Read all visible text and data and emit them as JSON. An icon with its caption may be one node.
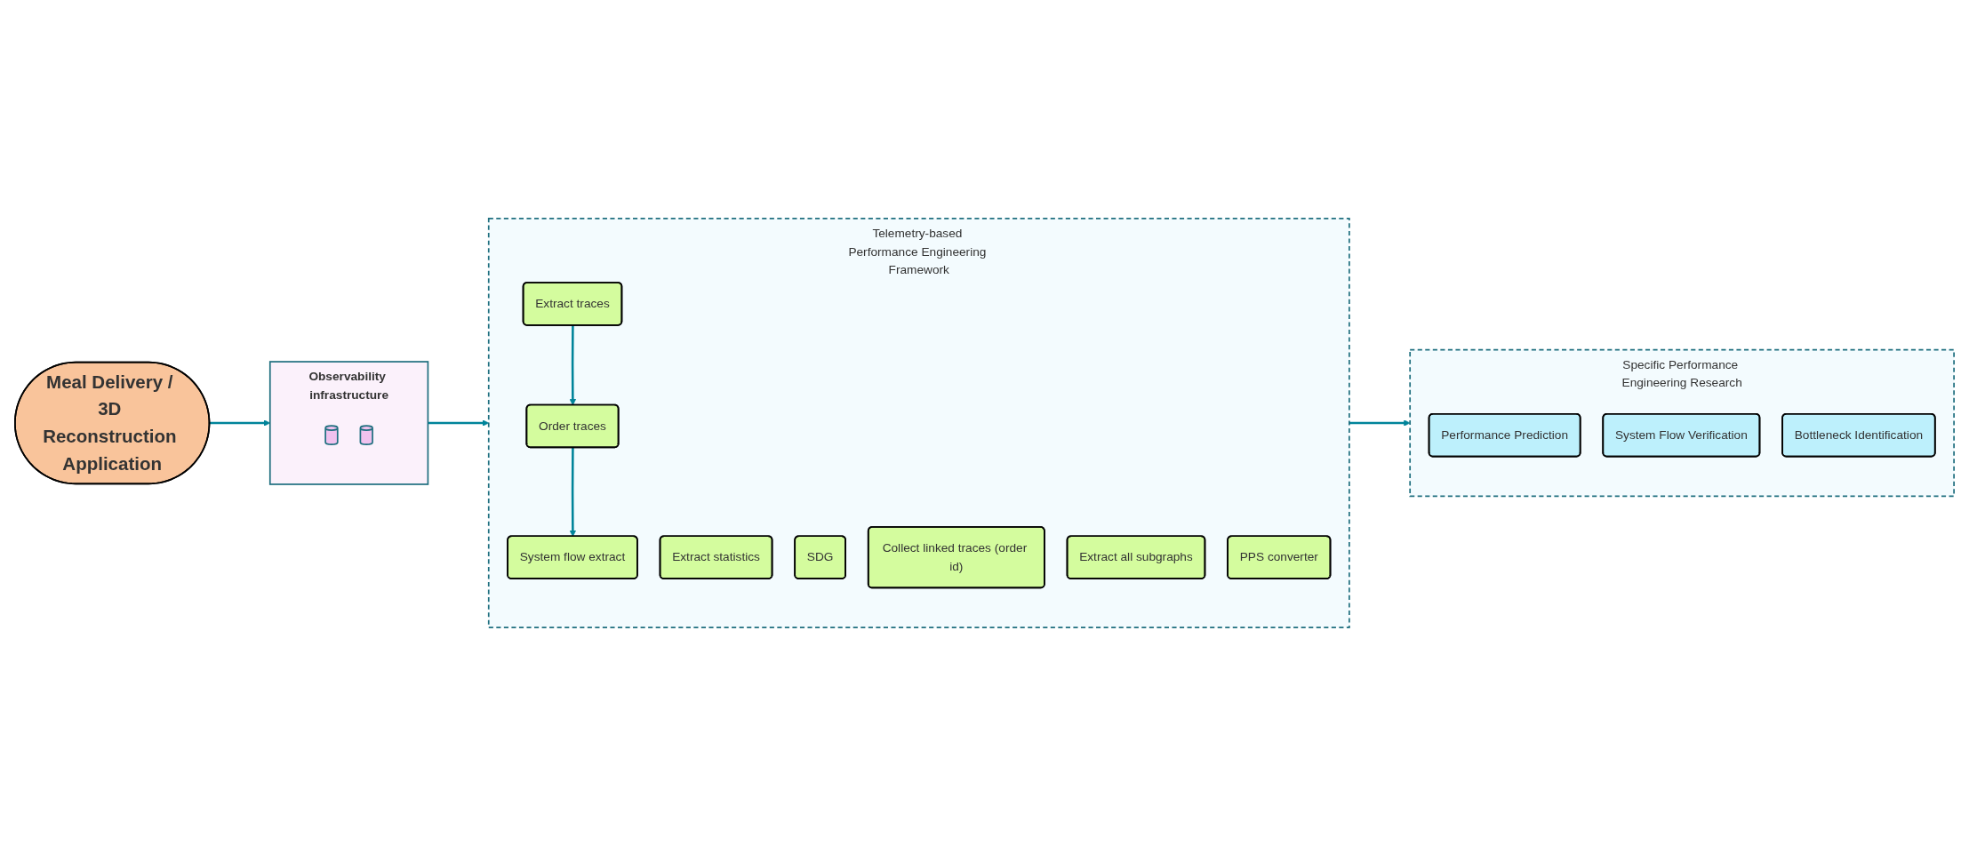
{
  "diagram": {
    "nodes": [
      {
        "text": [
          "Meal Delivery / 3D Reconstruction Application"
        ]
      },
      {
        "text": [
          "Observability infrastructure"
        ]
      },
      {
        "text": [],
        "shape": "cylinder",
        "in": 1
      },
      {
        "text": [],
        "shape": "cylinder",
        "in": 1
      },
      {
        "text": [
          "Telemetry-based Performance Engineering Framework"
        ]
      },
      {
        "text": [
          "Extract traces"
        ],
        "in": 4
      },
      {
        "text": [
          "Order traces"
        ],
        "in": 4
      },
      {
        "text": [
          "Extract statistics"
        ],
        "in": 4
      },
      {
        "text": [
          "SDG"
        ],
        "in": 4
      },
      {
        "text": [
          "Collect linked traces (order id)"
        ],
        "in": 4
      },
      {
        "text": [
          "System flow extract"
        ],
        "in": 4
      },
      {
        "text": [
          "Extract all subgraphs"
        ],
        "in": 4
      },
      {
        "text": [
          "PPS converter"
        ],
        "in": 4
      },
      {
        "text": [
          "Specific Performance Engineering Research"
        ]
      },
      {
        "text": [
          "Performance Prediction"
        ],
        "in": 13
      },
      {
        "text": [
          "System Flow Verification"
        ],
        "in": 13
      },
      {
        "text": [
          "Bottleneck Identification"
        ],
        "in": 13
      }
    ],
    "edges": [
      {
        "from": 0,
        "to": 1,
        "arrow": "to"
      },
      {
        "from": 1,
        "to": 4,
        "arrow": "to"
      },
      {
        "from": 5,
        "to": 6,
        "arrow": "to"
      },
      {
        "from": 6,
        "to": 10,
        "arrow": "to"
      },
      {
        "from": 4,
        "to": 13,
        "arrow": "to"
      }
    ]
  }
}
